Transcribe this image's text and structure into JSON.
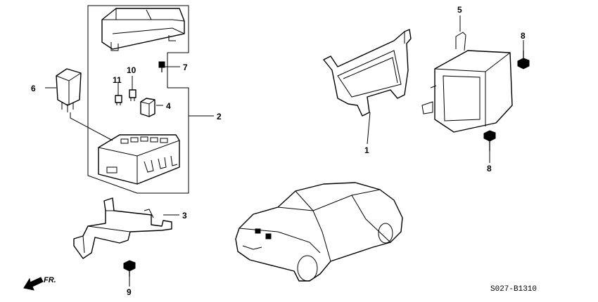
{
  "diagram": {
    "callouts": {
      "c1": "1",
      "c2": "2",
      "c3": "3",
      "c4": "4",
      "c5": "5",
      "c6": "6",
      "c7": "7",
      "c8a": "8",
      "c8b": "8",
      "c9": "9",
      "c10": "10",
      "c11": "11"
    },
    "direction_label": "FR.",
    "figure_code": "S027-B1310"
  }
}
